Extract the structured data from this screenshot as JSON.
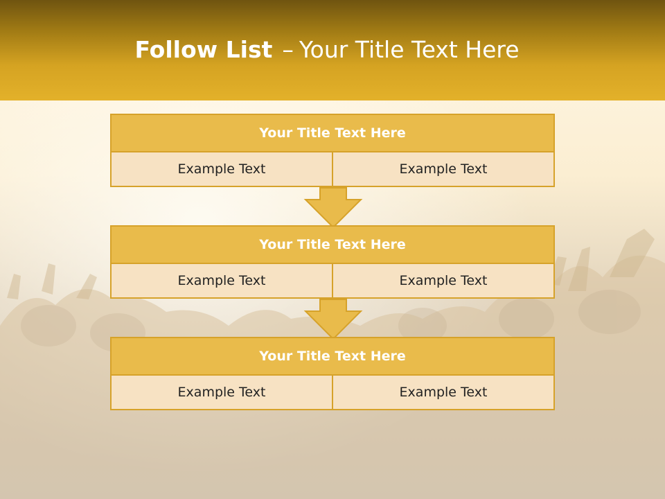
{
  "slide": {
    "title_bold": "Follow List",
    "title_dash": "–",
    "title_rest": "Your Title Text Here"
  },
  "steps": [
    {
      "title": "Your Title Text Here",
      "left": "Example Text",
      "right": "Example Text"
    },
    {
      "title": "Your Title Text Here",
      "left": "Example Text",
      "right": "Example Text"
    },
    {
      "title": "Your Title Text Here",
      "left": "Example Text",
      "right": "Example Text"
    }
  ],
  "colors": {
    "header_gold": "#e3b12a",
    "box_title_fill": "#e9bb4b",
    "box_cell_fill": "#f7e2c3",
    "box_border": "#d6a22a"
  }
}
